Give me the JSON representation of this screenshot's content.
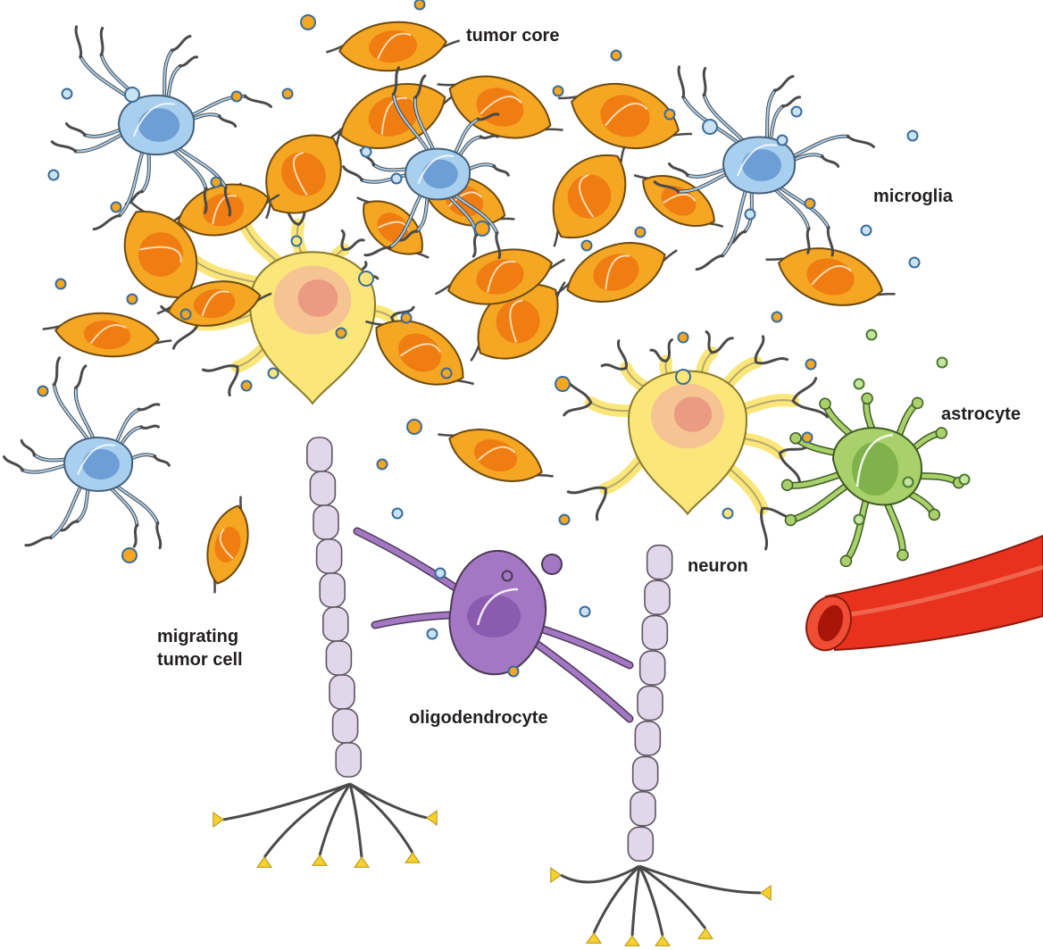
{
  "labels": {
    "tumor_core": "tumor core",
    "microglia": "microglia",
    "astrocyte": "astrocyte",
    "neuron": "neuron",
    "oligodendrocyte": "oligodendrocyte",
    "migrating_line1": "migrating",
    "migrating_line2": "tumor cell"
  },
  "colors": {
    "tumor_fill": "#f5a623",
    "tumor_nucleus": "#ef7d12",
    "microglia_fill": "#a9cfee",
    "microglia_nucleus": "#6d9ed6",
    "neuron_fill": "#fbe67a",
    "neuron_nucleus": "#f2a6a6",
    "myelin": "#e2d6ea",
    "oligodendrocyte_fill": "#a477c4",
    "astrocyte_fill": "#a8d16c",
    "vessel": "#e8321e",
    "outline": "#3c3c3c",
    "terminal": "#f7d22c"
  },
  "icons": {
    "tumor_cell": "tumor-cell-icon",
    "microglia": "microglia-cell-icon",
    "neuron": "neuron-cell-icon",
    "astrocyte": "astrocyte-cell-icon",
    "oligodendrocyte": "oligodendrocyte-cell-icon",
    "blood_vessel": "blood-vessel-icon",
    "vesicle": "vesicle-icon"
  }
}
